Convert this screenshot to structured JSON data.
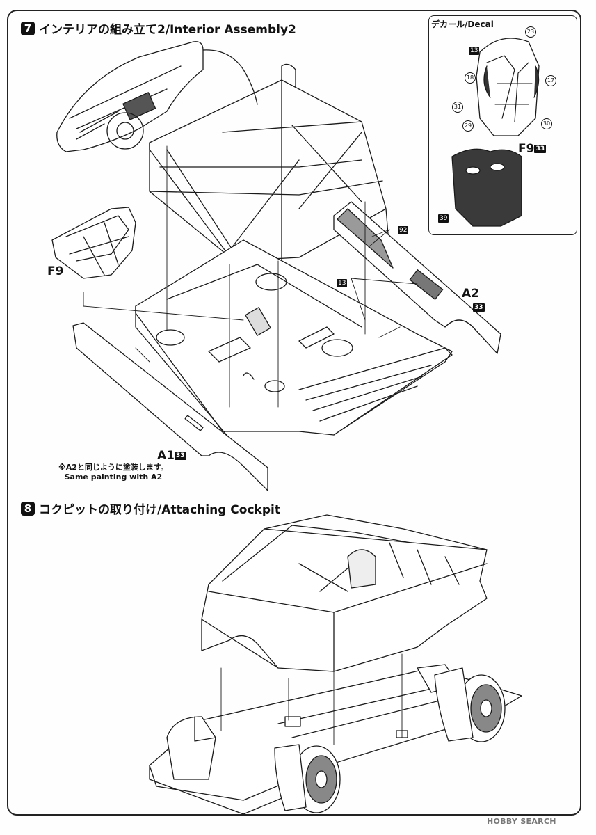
{
  "steps": [
    {
      "number": "7",
      "title": "インテリアの組み立て2/Interior Assembly2"
    },
    {
      "number": "8",
      "title": "コクピットの取り付け/Attaching Cockpit"
    }
  ],
  "decal_panel": {
    "title": "デカール/Decal",
    "seat_label": "F9",
    "seat_label_color_code": "33",
    "decal_numbers": [
      "23",
      "13",
      "18",
      "17",
      "31",
      "30",
      "29"
    ],
    "back_color_code": "39"
  },
  "parts": {
    "seat": "F9",
    "side_panel_right": "A2",
    "side_panel_right_color": "33",
    "side_panel_left": "A1",
    "side_panel_left_color": "33",
    "floor_color_code": "13",
    "panel_color_code": "92"
  },
  "painting_note": {
    "jp": "※A2と同じように塗装します。",
    "en": "Same painting with A2"
  },
  "watermark": "HOBBY SEARCH",
  "colors": {
    "line": "#1a1a1a",
    "seat_back": "#3a3a3a",
    "panel_fill": "#9a9a9a"
  }
}
